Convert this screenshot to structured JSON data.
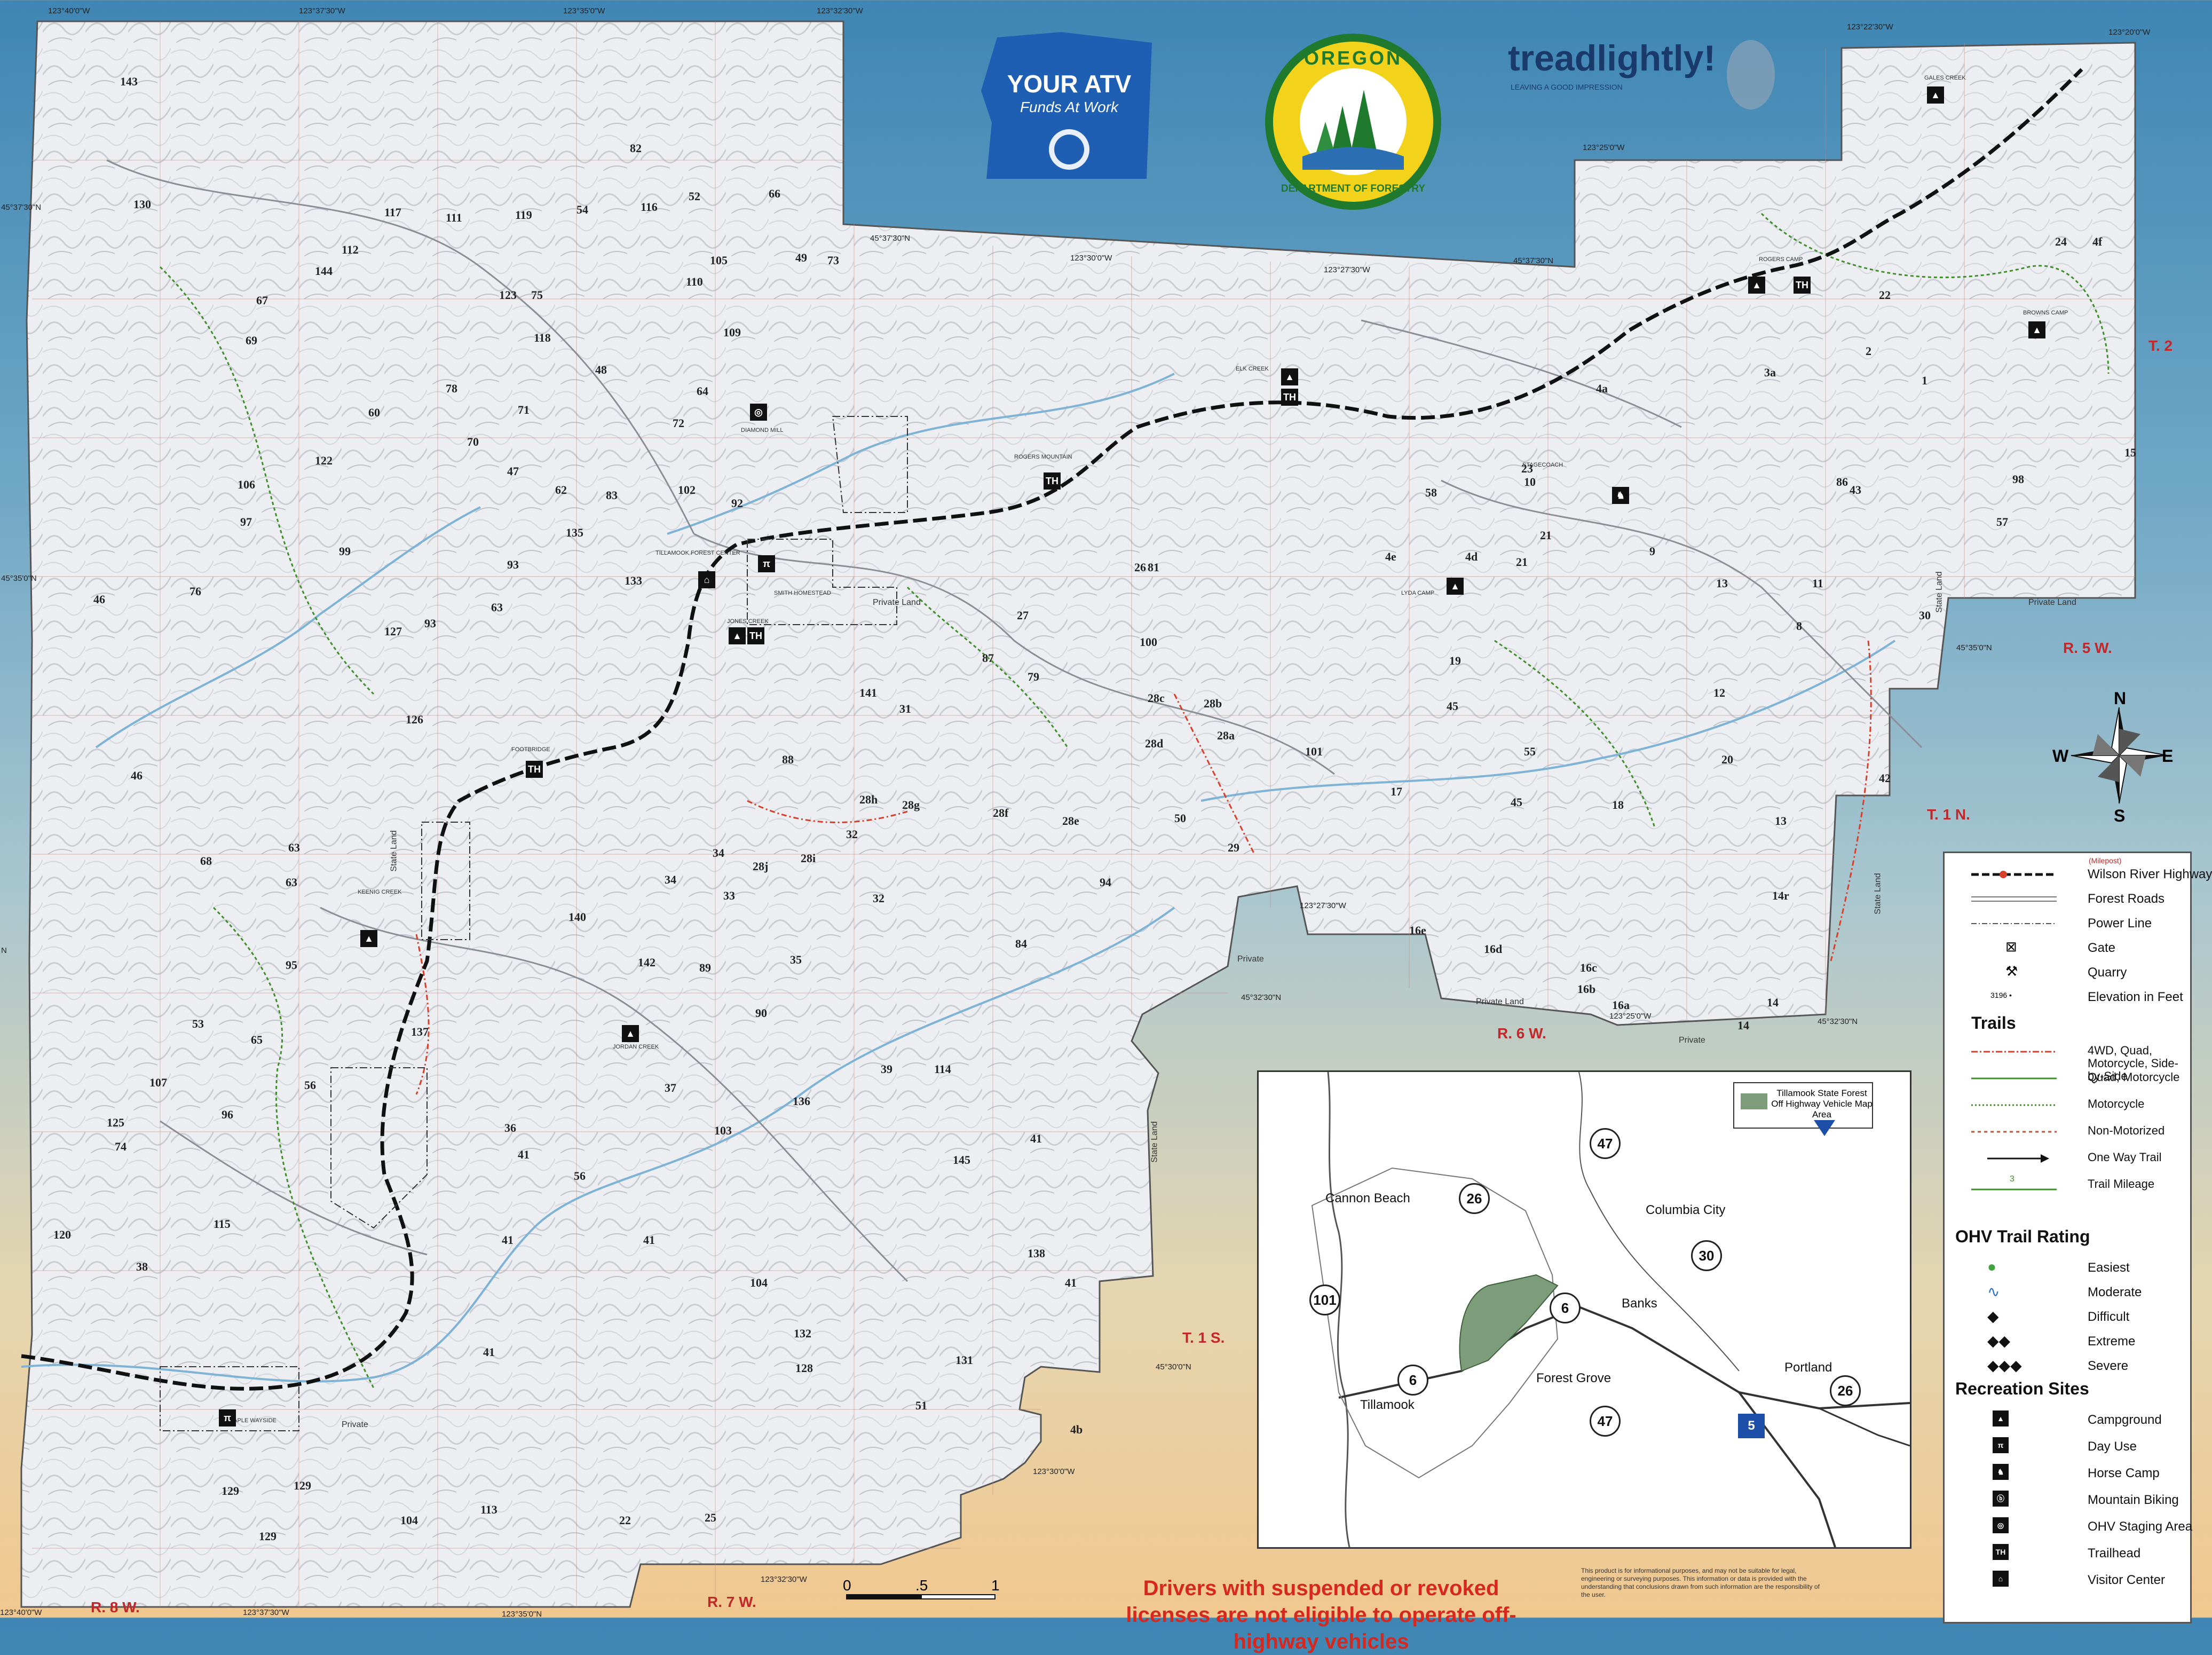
{
  "logos": {
    "atv_title": "YOUR ATV",
    "atv_subtitle": "Funds At Work",
    "odf_top": "OREGON",
    "odf_bottom": "DEPARTMENT OF FORESTRY",
    "tread_text": "treadlightly!",
    "tread_tagline": "LEAVING A GOOD IMPRESSION"
  },
  "coords": {
    "top": [
      "123°40'0\"W",
      "123°37'30\"W",
      "123°35'0\"W",
      "123°32'30\"W",
      "123°22'30\"W",
      "123°20'0\"W",
      "123°30'0\"W",
      "123°27'30\"W",
      "123°25'0\"W"
    ],
    "left": [
      "45°37'30\"N",
      "45°35'0\"N",
      "N"
    ],
    "inner": [
      "45°37'30\"N",
      "45°37'30\"N",
      "45°35'0\"N",
      "45°32'30\"N",
      "45°32'30\"N",
      "45°30'0\"N",
      "123°27'30\"W",
      "123°25'0\"W",
      "123°30'0\"W",
      "123°32'30\"W",
      "123°37'30\"W",
      "123°40'0\"W",
      "123°35'0\"N"
    ]
  },
  "ranges": {
    "r8w": "R. 8 W.",
    "r7w": "R. 7 W.",
    "r6w": "R. 6 W.",
    "r5w": "R. 5 W.",
    "t1n": "T. 1 N.",
    "t1s": "T. 1 S.",
    "t2": "T. 2"
  },
  "compass": {
    "n": "N",
    "s": "S",
    "e": "E",
    "w": "W"
  },
  "land_labels": [
    "State Land",
    "Private",
    "Private Land",
    "State Land",
    "Private",
    "State Land",
    "Private",
    "Private Land",
    "State Land",
    "Private Land"
  ],
  "trail_numbers": [
    "143",
    "130",
    "117",
    "111",
    "119",
    "54",
    "82",
    "116",
    "52",
    "66",
    "105",
    "49",
    "73",
    "112",
    "144",
    "67",
    "110",
    "109",
    "69",
    "123",
    "75",
    "118",
    "48",
    "60",
    "78",
    "71",
    "64",
    "72",
    "122",
    "70",
    "47",
    "62",
    "106",
    "97",
    "99",
    "135",
    "83",
    "102",
    "92",
    "93",
    "133",
    "46",
    "76",
    "127",
    "93",
    "63",
    "81",
    "26",
    "27",
    "100",
    "126",
    "141",
    "31",
    "87",
    "79",
    "28c",
    "28b",
    "28a",
    "28d",
    "88",
    "46",
    "63",
    "63",
    "68",
    "34",
    "28j",
    "28i",
    "28h",
    "28g",
    "32",
    "28f",
    "28e",
    "94",
    "50",
    "29",
    "101",
    "33",
    "34",
    "140",
    "32",
    "35",
    "95",
    "142",
    "89",
    "90",
    "84",
    "65",
    "53",
    "107",
    "137",
    "56",
    "96",
    "125",
    "74",
    "36",
    "37",
    "39",
    "114",
    "136",
    "103",
    "145",
    "41",
    "41",
    "56",
    "115",
    "120",
    "38",
    "41",
    "41",
    "104",
    "138",
    "41",
    "41",
    "132",
    "131",
    "128",
    "129",
    "129",
    "129",
    "104",
    "113",
    "22",
    "25",
    "51",
    "4b",
    "4a",
    "3a",
    "2",
    "1",
    "22",
    "24",
    "4f",
    "23",
    "58",
    "4e",
    "4d",
    "21",
    "21",
    "10",
    "9",
    "8",
    "43",
    "86",
    "98",
    "15",
    "57",
    "11",
    "13",
    "30",
    "45",
    "19",
    "55",
    "12",
    "20",
    "45",
    "18",
    "17",
    "16e",
    "16d",
    "16c",
    "16b",
    "16a",
    "14",
    "14",
    "13",
    "14r",
    "42"
  ],
  "sites": [
    "GALES CREEK",
    "ROGERS CAMP",
    "BROWNS CAMP",
    "ELK CREEK",
    "DIAMOND MILL",
    "TILLAMOOK FOREST CENTER",
    "SMITH HOMESTEAD",
    "JONES CREEK",
    "STAGECOACH",
    "LYDA CAMP",
    "FOOTBRIDGE",
    "KEENIG CREEK",
    "JORDAN CREEK",
    "MAPLE WAYSIDE",
    "ROGERS MOUNTAIN"
  ],
  "legend": {
    "milepost": "(Milepost)",
    "items": [
      {
        "label": "Wilson River Highway",
        "kind": "highway"
      },
      {
        "label": "Forest Roads",
        "kind": "forest"
      },
      {
        "label": "Power Line",
        "kind": "power"
      },
      {
        "label": "Gate",
        "kind": "gate"
      },
      {
        "label": "Quarry",
        "kind": "quarry"
      },
      {
        "label": "Elevation in Feet",
        "kind": "elev",
        "elev_value": "3196"
      }
    ],
    "trails_head": "Trails",
    "trails": [
      {
        "label": "4WD, Quad, Motorcycle, Side-by-Side",
        "color": "#d7402b"
      },
      {
        "label": "Quad, Motorcycle",
        "color": "#3f8f2a"
      },
      {
        "label": "Motorcycle",
        "color": "#3f8f2a"
      },
      {
        "label": "Non-Motorized",
        "color": "#b8553a"
      },
      {
        "label": "One Way Trail",
        "color": "#111111"
      },
      {
        "label": "Trail Mileage",
        "color": "#3f8f2a",
        "mileage_value": "3"
      }
    ],
    "rating_head": "OHV Trail Rating",
    "ratings": [
      {
        "label": "Easiest",
        "color": "#3fa340"
      },
      {
        "label": "Moderate",
        "color": "#2b6fcc"
      },
      {
        "label": "Difficult",
        "color": "#111111"
      },
      {
        "label": "Extreme",
        "color": "#111111"
      },
      {
        "label": "Severe",
        "color": "#111111"
      }
    ],
    "rec_head": "Recreation Sites",
    "rec": [
      {
        "label": "Campground",
        "icon": "tent-icon",
        "glyph": "▲"
      },
      {
        "label": "Day Use",
        "icon": "picnic-icon",
        "glyph": "π"
      },
      {
        "label": "Horse Camp",
        "icon": "horse-icon",
        "glyph": "♞"
      },
      {
        "label": "Mountain Biking",
        "icon": "bike-icon",
        "glyph": "ⓑ"
      },
      {
        "label": "OHV Staging Area",
        "icon": "ohv-icon",
        "glyph": "◎"
      },
      {
        "label": "Trailhead",
        "icon": "trailhead-icon",
        "glyph": "TH"
      },
      {
        "label": "Visitor Center",
        "icon": "visitor-icon",
        "glyph": "⌂"
      }
    ]
  },
  "inset": {
    "legend_text": "Tillamook State Forest Off Highway Vehicle Map Area",
    "cities": [
      "Cannon Beach",
      "Columbia City",
      "Banks",
      "Forest Grove",
      "Tillamook",
      "Portland"
    ],
    "routes": [
      "47",
      "26",
      "30",
      "101",
      "6",
      "6",
      "47",
      "26",
      "5"
    ]
  },
  "scale": {
    "labels": [
      "0",
      ".5",
      "1"
    ]
  },
  "warning": "Drivers with suspended or revoked licenses are not eligible to operate off-highway vehicles",
  "disclaimer": "This product is for informational purposes, and may not be suitable for legal, engineering or surveying purposes. This information or data is provided with the understanding that conclusions drawn from such information are the responsibility of the user.",
  "colors": {
    "highway": "#111111",
    "route_dots": "#d7402b",
    "trail_green": "#3f8f2a",
    "moderate_blue": "#2b6fcc",
    "range_red": "#c0282a",
    "map_fill": "#eef0f2"
  }
}
